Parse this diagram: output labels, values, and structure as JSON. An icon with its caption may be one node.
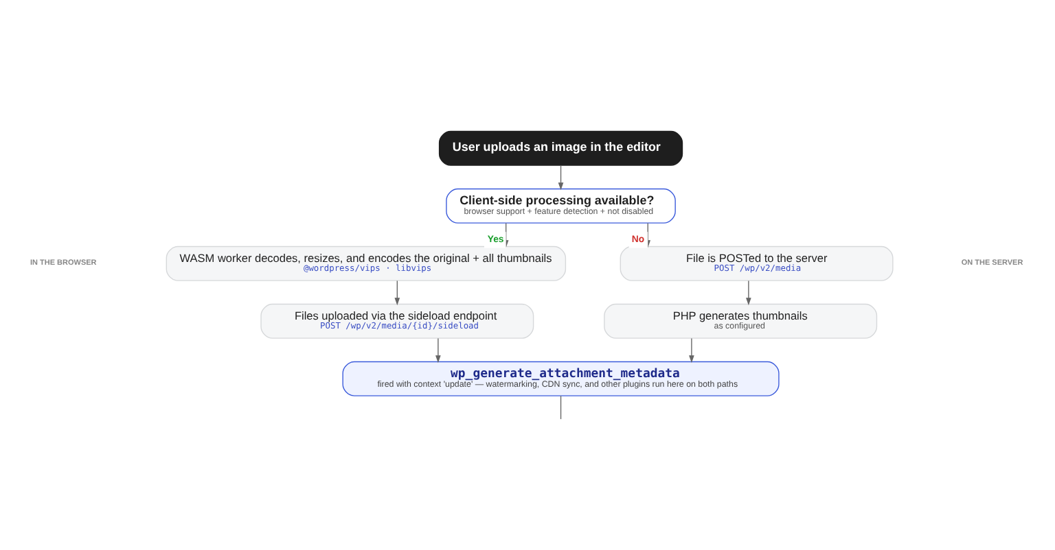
{
  "diagram": {
    "nodes": [
      {
        "text": [
          "User uploads an image in the editor"
        ]
      },
      {
        "text": [
          "Client-side processing available?",
          "browser support + feature detection + not disabled"
        ]
      },
      {
        "text": [
          "WASM worker decodes, resizes, and encodes the original + all thumbnails",
          "@wordpress/vips · libvips"
        ]
      },
      {
        "text": [
          "File is POSTed to the server",
          "POST /wp/v2/media"
        ]
      },
      {
        "text": [
          "Files uploaded via the sideload endpoint",
          "POST /wp/v2/media/{id}/sideload"
        ]
      },
      {
        "text": [
          "PHP generates thumbnails",
          "as configured"
        ]
      },
      {
        "text": [
          "wp_generate_attachment_metadata",
          "fired with context 'update' — watermarking, CDN sync, and other plugins run here on both paths"
        ]
      }
    ],
    "edges": [
      {
        "from": 0,
        "to": 1,
        "arrow": "to"
      },
      {
        "from": 1,
        "to": 2,
        "arrow": "to",
        "label": "Yes"
      },
      {
        "from": 1,
        "to": 3,
        "arrow": "to",
        "label": "No"
      },
      {
        "from": 2,
        "to": 4,
        "arrow": "to"
      },
      {
        "from": 3,
        "to": 5,
        "arrow": "to"
      },
      {
        "from": 4,
        "to": 6,
        "arrow": "to"
      },
      {
        "from": 5,
        "to": 6,
        "arrow": "to"
      },
      {
        "from": 6,
        "to": null,
        "arrow": "none"
      }
    ],
    "labels": [
      "IN THE BROWSER",
      "ON THE SERVER"
    ]
  }
}
